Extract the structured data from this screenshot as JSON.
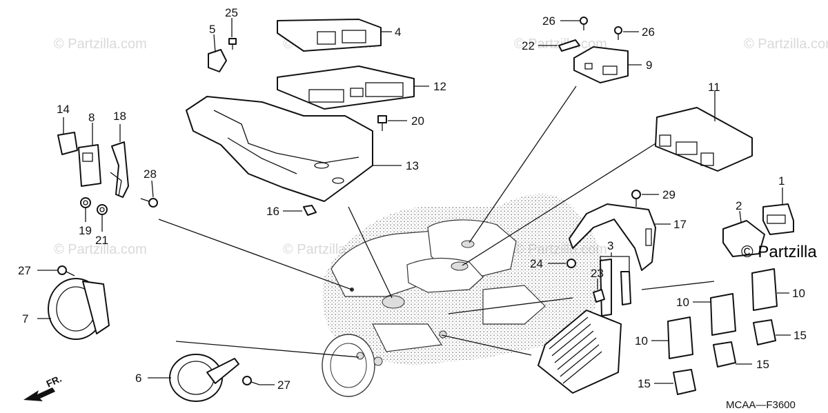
{
  "watermark": {
    "text": "© Partzilla.com",
    "large_text": "© Partzilla"
  },
  "diagram_code": "MCAA—F3600",
  "direction_label": "FR.",
  "callouts": {
    "c1": "1",
    "c2": "2",
    "c3": "3",
    "c4": "4",
    "c5": "5",
    "c6": "6",
    "c7": "7",
    "c8": "8",
    "c9": "9",
    "c10a": "10",
    "c10b": "10",
    "c10c": "10",
    "c11": "11",
    "c12": "12",
    "c13": "13",
    "c14": "14",
    "c15a": "15",
    "c15b": "15",
    "c15c": "15",
    "c16": "16",
    "c17": "17",
    "c18": "18",
    "c19": "19",
    "c20": "20",
    "c21": "21",
    "c22": "22",
    "c23": "23",
    "c24": "24",
    "c25": "25",
    "c26a": "26",
    "c26b": "26",
    "c27a": "27",
    "c27b": "27",
    "c28": "28",
    "c29": "29"
  }
}
